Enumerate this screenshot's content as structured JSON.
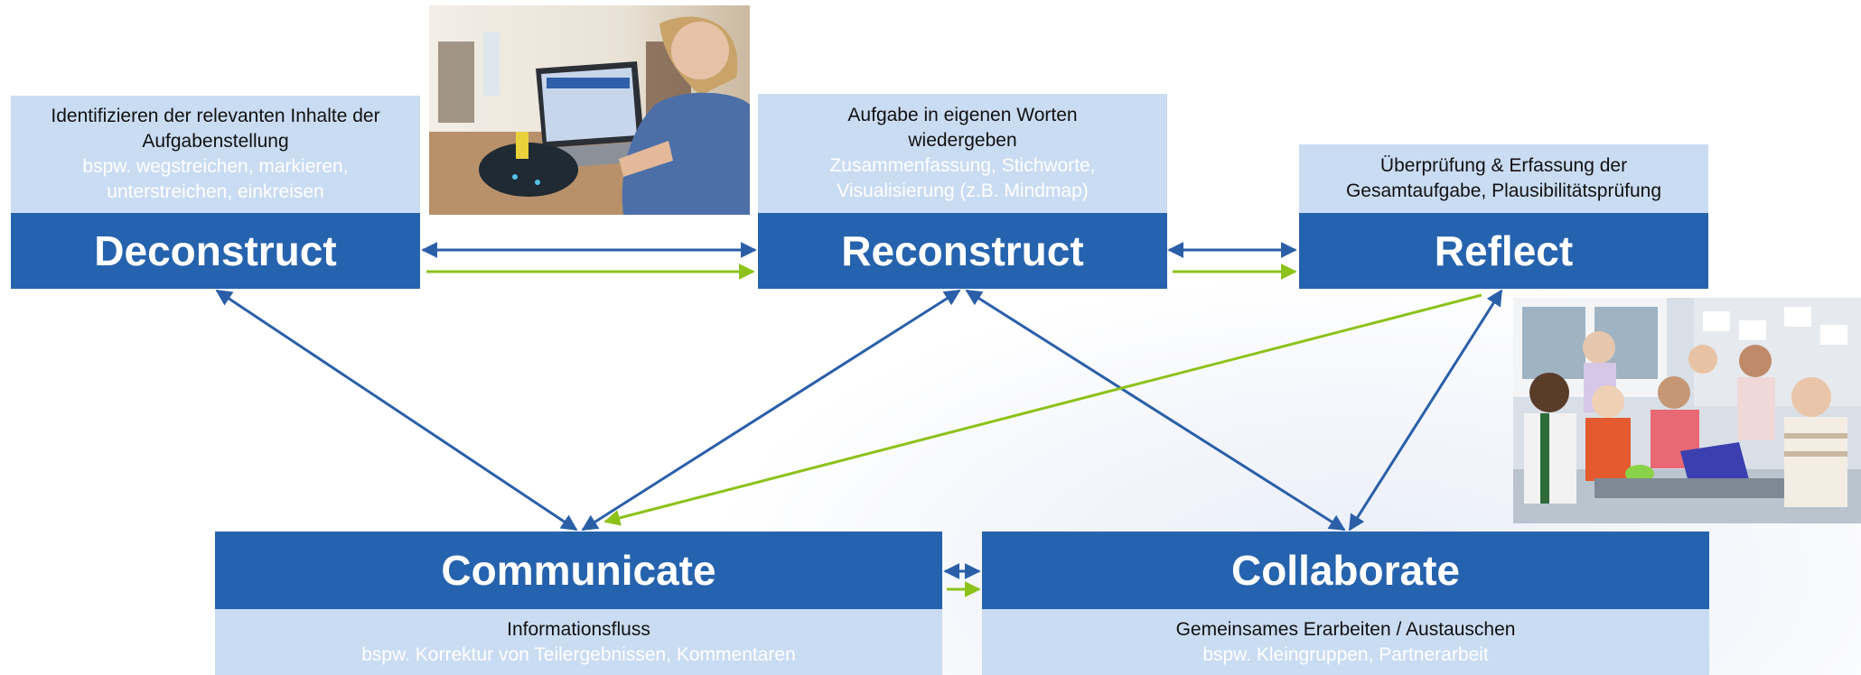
{
  "nodes": {
    "deconstruct": {
      "title": "Deconstruct",
      "line1": "Identifizieren der relevanten Inhalte der",
      "line2": "Aufgabenstellung",
      "sub1": "bspw. wegstreichen, markieren,",
      "sub2": "unterstreichen, einkreisen"
    },
    "reconstruct": {
      "title": "Reconstruct",
      "line1": "Aufgabe in eigenen Worten",
      "line2": "wiedergeben",
      "sub1": "Zusammenfassung, Stichworte,",
      "sub2": "Visualisierung (z.B. Mindmap)"
    },
    "reflect": {
      "title": "Reflect",
      "line1": "Überprüfung & Erfassung der",
      "line2": "Gesamtaufgabe, Plausibilitätsprüfung"
    },
    "communicate": {
      "title": "Communicate",
      "line1": "Informationsfluss",
      "sub1": "bspw. Korrektur von Teilergebnissen, Kommentaren"
    },
    "collaborate": {
      "title": "Collaborate",
      "line1": "Gemeinsames Erarbeiten / Austauschen",
      "sub1": "bspw. Kleingruppen, Partnerarbeit"
    }
  },
  "colors": {
    "header_blue": "#2663ae",
    "info_light_blue": "#cadcf2",
    "arrow_blue": "#2a5fa8",
    "arrow_green": "#8cc21a"
  },
  "images": {
    "top_photo": "student-at-laptop-photo",
    "right_photo": "group-of-students-photo"
  }
}
